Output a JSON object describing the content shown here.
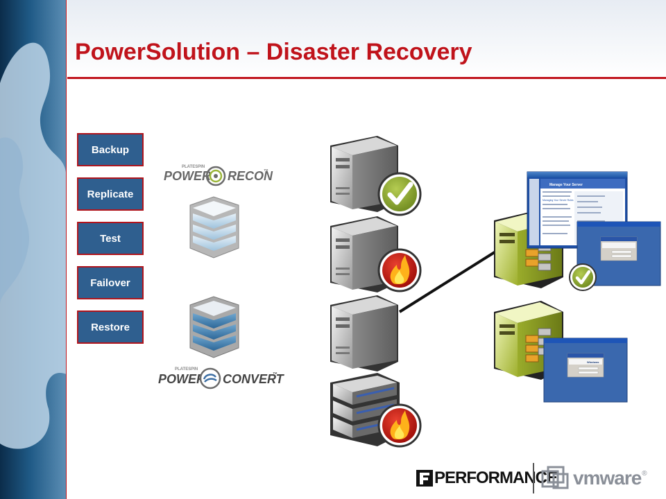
{
  "slide": {
    "title": "PowerSolution – Disaster Recovery"
  },
  "steps": [
    {
      "label": "Backup"
    },
    {
      "label": "Replicate"
    },
    {
      "label": "Test"
    },
    {
      "label": "Failover"
    },
    {
      "label": "Restore"
    }
  ],
  "products": {
    "recon": {
      "prefix": "PLATESPIN",
      "power": "POWER",
      "name": "RECON",
      "tm": "™"
    },
    "convert": {
      "prefix": "PLATESPIN",
      "power": "POWER",
      "name": "CONVERT",
      "tm": "™"
    }
  },
  "screens": {
    "manage_server": {
      "title": "Manage Your Server",
      "subtitle": "Managing Your Server Roles"
    },
    "login_dialog": {
      "brand": "Windows"
    }
  },
  "footer": {
    "performance": "PERFORMANCE",
    "vmware": "vmware"
  },
  "colors": {
    "accent_red": "#c0131b",
    "button_blue": "#2f5f8f",
    "status_ok": "#7e9a2e",
    "status_fire": "#c41a12"
  }
}
